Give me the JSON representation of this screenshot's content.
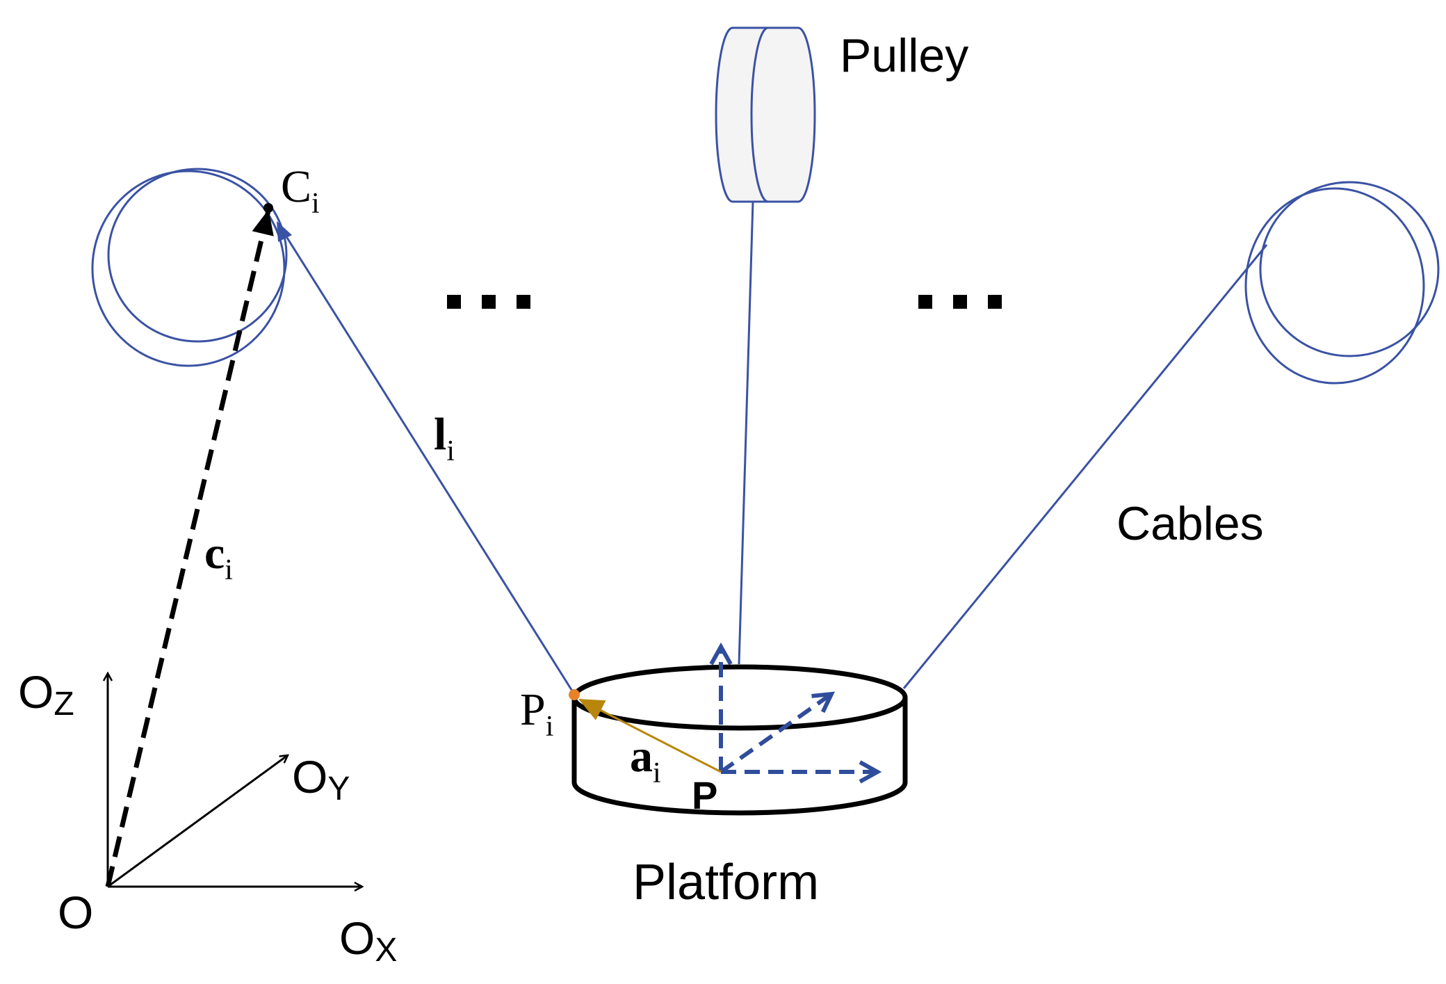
{
  "colors": {
    "cable": "#3a52a3",
    "frame_arrow": "#2f4d9b",
    "anchor_vector": "#b8860b",
    "anchor_point": "#e8822a",
    "ink": "#000000",
    "pulley_fill": "#f4f4f4"
  },
  "labels": {
    "pulley": "Pulley",
    "cables": "Cables",
    "platform": "Platform",
    "C": "C",
    "C_sub": "i",
    "P_i": "P",
    "P_i_sub": "i",
    "l": "l",
    "l_sub": "i",
    "c": "c",
    "c_sub": "i",
    "a": "a",
    "a_sub": "i",
    "P": "P",
    "O": "O",
    "Oz": "O",
    "Oz_sub": "Z",
    "Oy": "O",
    "Oy_sub": "Y",
    "Ox": "O",
    "Ox_sub": "X"
  },
  "ellipsis": {
    "left": "...",
    "right": "..."
  }
}
